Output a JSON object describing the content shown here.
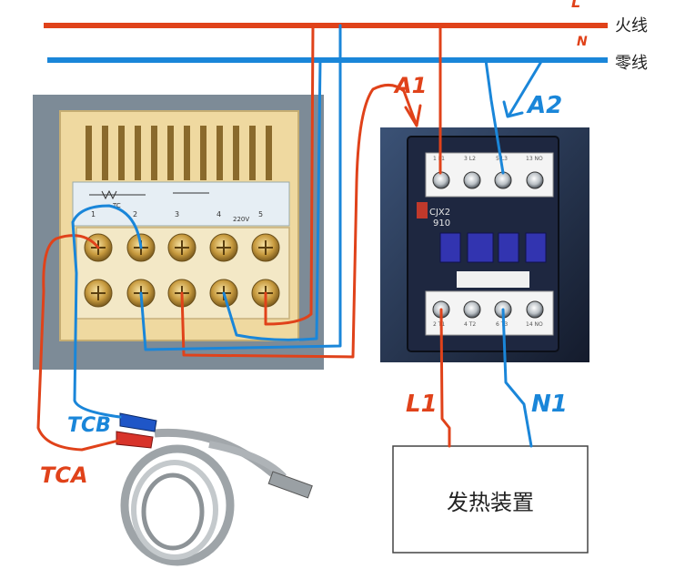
{
  "bus": {
    "live_marker": "L",
    "live_name": "火线",
    "neutral_marker": "N",
    "neutral_name": "零线",
    "live_color": "#e0421a",
    "neutral_color": "#1a86d9"
  },
  "wire_labels": {
    "a1": "A1",
    "a2": "A2",
    "l1": "L1",
    "n1": "N1",
    "tca": "TCA",
    "tcb": "TCB"
  },
  "contactor": {
    "model_line1": "CJX2",
    "model_line2": "910",
    "top_terminals": [
      "1 L1",
      "3 L2",
      "5 L3",
      "13 NO"
    ],
    "bottom_terminals": [
      "2 T1",
      "4 T2",
      "6 T3",
      "14 NO"
    ]
  },
  "controller": {
    "terminal_numbers": [
      "1",
      "2",
      "3",
      "4",
      "5"
    ],
    "voltage_label": "220V",
    "sensor_label": "TC"
  },
  "load": {
    "label": "发热装置"
  },
  "colors": {
    "red_wire": "#e0421a",
    "blue_wire": "#1a86d9",
    "controller_body": "#efd9a0",
    "contactor_body": "#1e2740"
  }
}
